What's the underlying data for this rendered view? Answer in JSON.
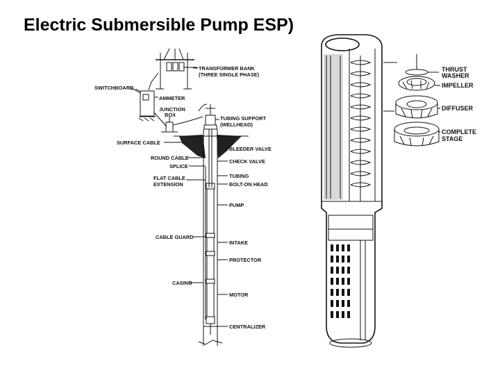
{
  "slide": {
    "title": "Electric Submersible Pump ESP)"
  },
  "left_diagram": {
    "labels": {
      "transformer_bank_1": "TRANSFORMER BANK",
      "transformer_bank_2": "(THREE SINGLE PHASE)",
      "switchboard": "SWITCHBOARD",
      "ammeter": "AMMETER",
      "junction_box_1": "JUNCTION",
      "junction_box_2": "BOX",
      "tubing_support_1": "TUBING SUPPORT",
      "tubing_support_2": "(WELLHEAD)",
      "surface_cable": "SURFACE CABLE",
      "bleeder_valve": "BLEEDER VALVE",
      "round_cable": "ROUND CABLE",
      "check_valve": "CHECK VALVE",
      "splice": "SPLICE",
      "tubing": "TUBING",
      "flat_cable_1": "FLAT CABLE",
      "flat_cable_2": "EXTENSION",
      "bolt_on_head": "BOLT-ON HEAD",
      "pump": "PUMP",
      "cable_guard": "CABLE GUARD",
      "intake": "INTAKE",
      "protector": "PROTECTOR",
      "casing": "CASING",
      "motor": "MOTOR",
      "centralizer": "CENTRALIZER"
    }
  },
  "right_diagram": {
    "labels": {
      "thrust_washer_1": "THRUST",
      "thrust_washer_2": "WASHER",
      "impeller": "IMPELLER",
      "diffuser": "DIFFUSER",
      "complete_stage_1": "COMPLETE",
      "complete_stage_2": "STAGE"
    }
  }
}
